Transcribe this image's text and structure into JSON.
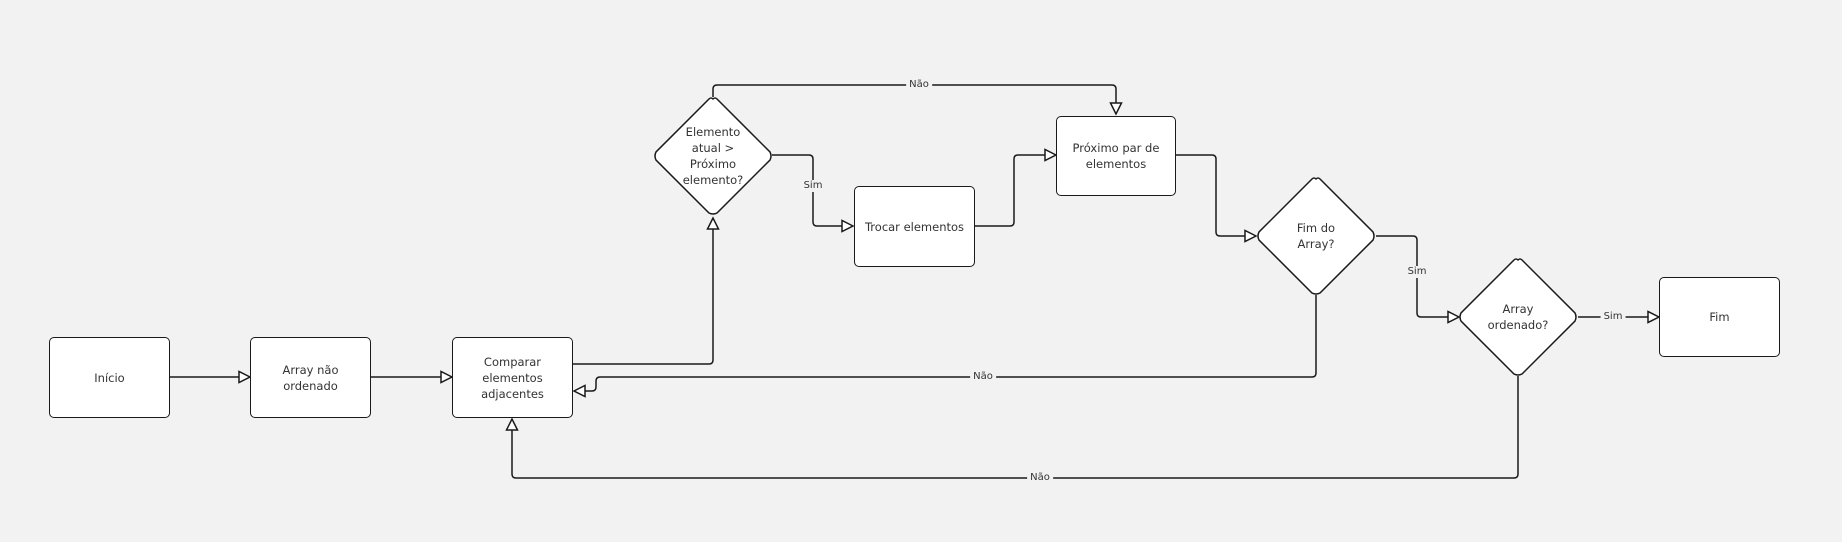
{
  "diagram": {
    "nodes": {
      "inicio": "Início",
      "array_nao_ordenado": "Array não\nordenado",
      "comparar": "Comparar\nelementos\nadjacentes",
      "decisao_maior": "Elemento\natual >\nPróximo\nelemento?",
      "trocar": "Trocar elementos",
      "proximo_par": "Próximo par de\nelementos",
      "fim_array": "Fim do\nArray?",
      "array_ordenado": "Array\nordenado?",
      "fim": "Fim"
    },
    "edges": {
      "decisao_to_proximo": "Não",
      "decisao_to_trocar": "Sim",
      "fim_array_to_comparar": "Não",
      "fim_array_to_ordenado": "Sim",
      "ordenado_to_fim": "Sim",
      "ordenado_to_comparar": "Não"
    },
    "colors": {
      "background": "#f2f2f2",
      "node_fill": "#ffffff",
      "stroke": "#1a1a1a",
      "text": "#333333"
    }
  }
}
